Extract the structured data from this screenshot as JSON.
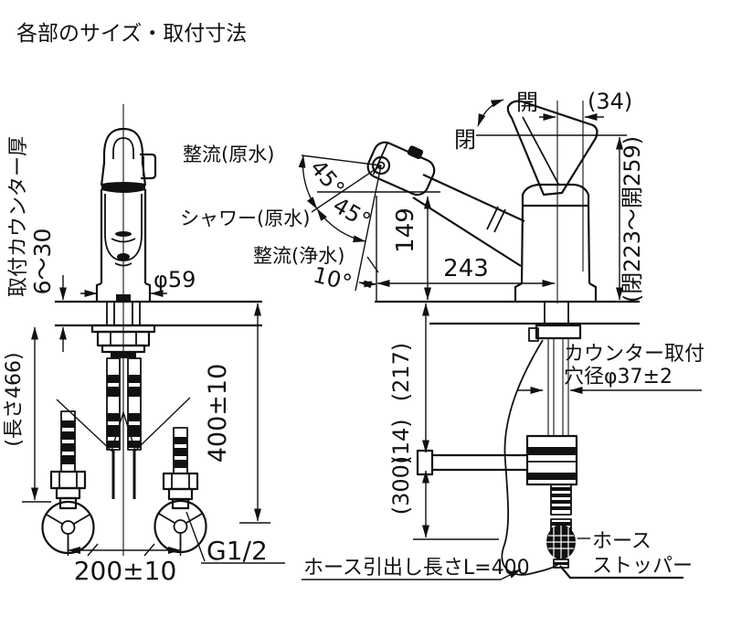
{
  "page": {
    "title": "各部のサイズ・取付寸法"
  },
  "colors": {
    "line": "#111111",
    "background": "#ffffff"
  },
  "front_view": {
    "counter_thickness_label": "取付カウンター厚",
    "counter_thickness_value": "6〜30",
    "base_diameter": "φ59",
    "hose_length": "(長さ466)",
    "install_height": "400±10",
    "thread_size": "G1/2",
    "valve_spacing": "200±10"
  },
  "spout_labels": {
    "stream_raw": "整流(原水)",
    "shower_raw": "シャワー(原水)",
    "stream_purified": "整流(浄水)",
    "angle_upper": "45°",
    "angle_lower": "45°",
    "angle_tilt": "10°",
    "spout_height": "149",
    "spout_reach": "243"
  },
  "side_view": {
    "lever_open": "開",
    "lever_close": "閉",
    "lever_travel": "(34)",
    "lever_height_range": "(閉223〜開259)",
    "counter_hole_label_1": "カウンター取付",
    "counter_hole_label_2": "穴径φ37±2",
    "under_counter_1": "(217)",
    "under_counter_2": "(14)",
    "under_counter_3": "(300)",
    "hose_pull_length": "ホース引出し長さL=400",
    "hose_stopper_1": "ホース",
    "hose_stopper_2": "ストッパー"
  }
}
